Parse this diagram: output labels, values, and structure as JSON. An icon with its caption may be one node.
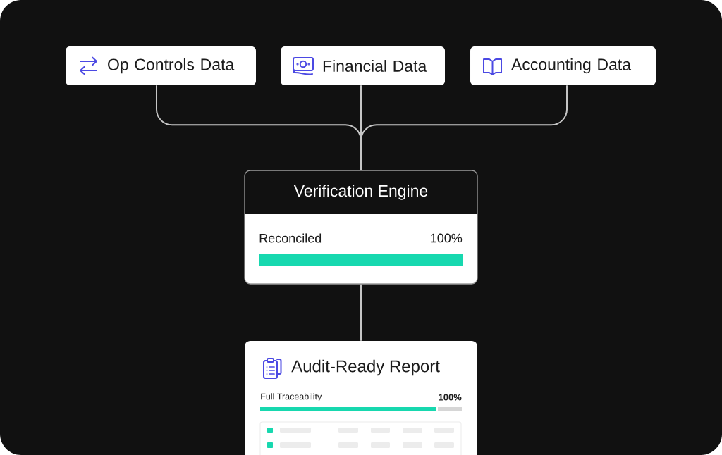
{
  "diagram": {
    "nodes": [
      {
        "text": [
          "Op Controls Data"
        ]
      },
      {
        "text": [
          "Financial Data"
        ]
      },
      {
        "text": [
          "Accounting Data"
        ]
      },
      {
        "text": [
          "Verification Engine",
          "Reconciled",
          "100%"
        ]
      },
      {
        "text": [
          "Audit-Ready Report",
          "Full Traceability",
          "100%"
        ]
      }
    ],
    "edges": [
      {
        "from": 0,
        "to": 3,
        "arrow": "none"
      },
      {
        "from": 1,
        "to": 3,
        "arrow": "none"
      },
      {
        "from": 2,
        "to": 3,
        "arrow": "none"
      },
      {
        "from": 3,
        "to": 4,
        "arrow": "none"
      }
    ]
  }
}
